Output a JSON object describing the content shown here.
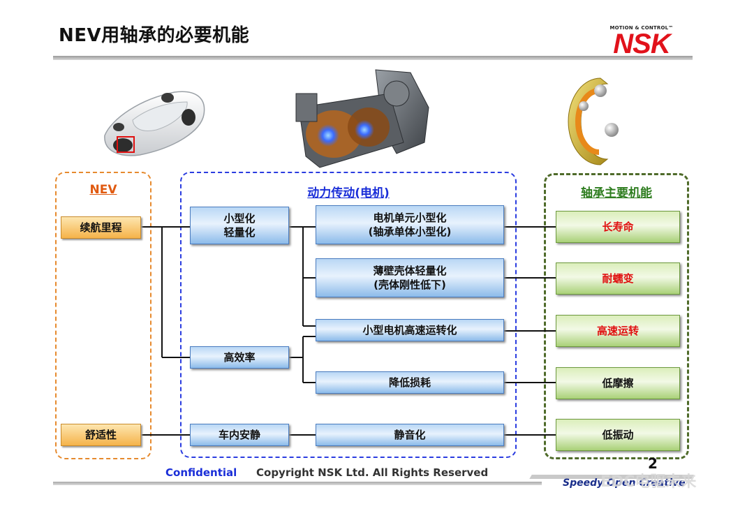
{
  "title": "NEV用轴承的必要机能",
  "logo": {
    "tagline": "MOTION & CONTROL™",
    "brand": "NSK"
  },
  "groups": {
    "nev": {
      "title": "NEV",
      "items": [
        "续航里程",
        "舒适性"
      ]
    },
    "motor": {
      "title": "动力传动(电机)",
      "factors": [
        "小型化\n轻量化",
        "高效率",
        "车内安静"
      ],
      "measures": [
        "电机单元小型化\n(轴承单体小型化)",
        "薄壁壳体轻量化\n(壳体刚性低下)",
        "小型电机高速运转化",
        "降低损耗",
        "静音化"
      ]
    },
    "bearing": {
      "title": "轴承主要机能",
      "functions": [
        "长寿命",
        "耐蠕变",
        "高速运转",
        "低摩擦",
        "低振动"
      ]
    }
  },
  "colors": {
    "nev_border": "#e68a2e",
    "motor_border": "#2a3ce0",
    "bearing_border": "#4f6b2a",
    "highlight_text": "#e01010"
  },
  "footer": {
    "confidential": "Confidential",
    "copyright": "Copyright NSK Ltd. All Rights Reserved",
    "page_number": "2",
    "slogan": "Speedy Open Creative",
    "watermark": "EDC电驱未来"
  }
}
